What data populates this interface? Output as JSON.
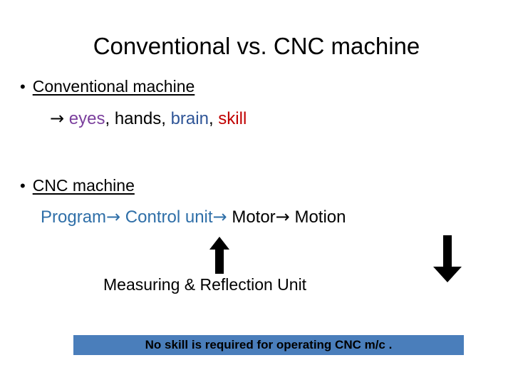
{
  "slide": {
    "title": "Conventional vs. CNC machine",
    "bullets": [
      {
        "marker": "•",
        "label": "Conventional machine"
      },
      {
        "marker": "•",
        "label": "CNC machine"
      }
    ],
    "conventional_line": {
      "arrow": "→",
      "words": [
        {
          "text": "eyes",
          "color": "#7b3f9d"
        },
        {
          "text": ", ",
          "color": "#000000"
        },
        {
          "text": "hands",
          "color": "#000000"
        },
        {
          "text": ", ",
          "color": "#000000"
        },
        {
          "text": "brain",
          "color": "#2f5597"
        },
        {
          "text": ", ",
          "color": "#000000"
        },
        {
          "text": "skill",
          "color": "#c00000"
        }
      ]
    },
    "cnc_flow": {
      "program": "Program",
      "arrow1": "→",
      "control_unit": " Control unit",
      "arrow2": "→",
      "motor": " Motor",
      "arrow3": "→",
      "motion": " Motion"
    },
    "feedback_label": "Measuring & Reflection Unit",
    "banner": {
      "text": "No skill is required for operating CNC m/c .",
      "background": "#4a7ebb"
    },
    "arrows": {
      "up_arrow_name": "up-arrow-icon",
      "hook_arrow_name": "hook-arrow-icon"
    }
  }
}
